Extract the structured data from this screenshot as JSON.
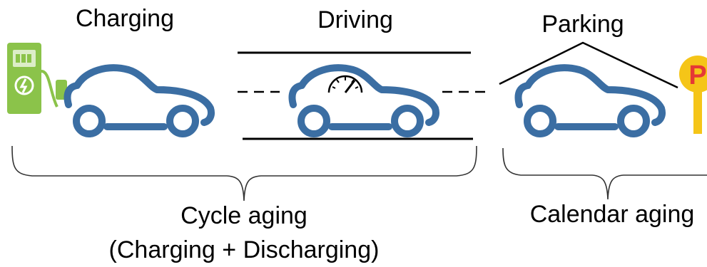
{
  "labels": {
    "charging": "Charging",
    "driving": "Driving",
    "parking": "Parking",
    "cycle_aging": "Cycle aging",
    "cycle_aging_detail": "(Charging + Discharging)",
    "calendar_aging": "Calendar aging",
    "parking_sign": "P"
  },
  "colors": {
    "car": "#3b6ea3",
    "charger": "#8bc34a",
    "sign": "#f5c518",
    "sign_letter": "#e53935",
    "lines": "#000000"
  },
  "icons": [
    "charging-station-icon",
    "car-icon",
    "speedometer-icon",
    "parking-sign-icon"
  ]
}
